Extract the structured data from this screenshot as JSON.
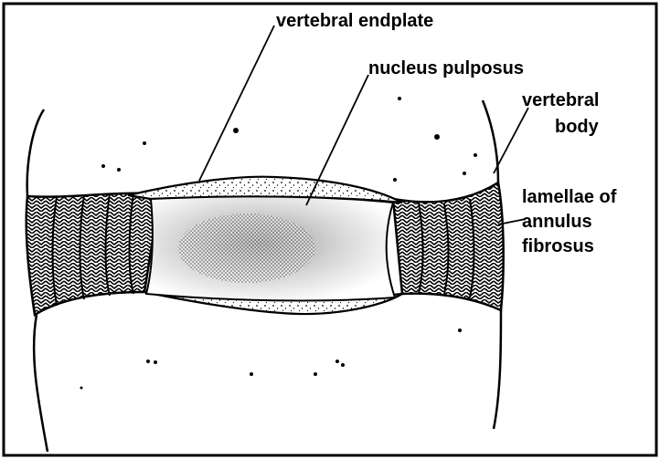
{
  "labels": {
    "vertebral_endplate": "vertebral endplate",
    "nucleus_pulposus": "nucleus pulposus",
    "vertebral_body_line1": "vertebral",
    "vertebral_body_line2": "body",
    "annulus_line1": "lamellae of",
    "annulus_line2": "annulus",
    "annulus_line3": "fibrosus"
  },
  "colors": {
    "ink": "#000000",
    "background": "#ffffff"
  }
}
